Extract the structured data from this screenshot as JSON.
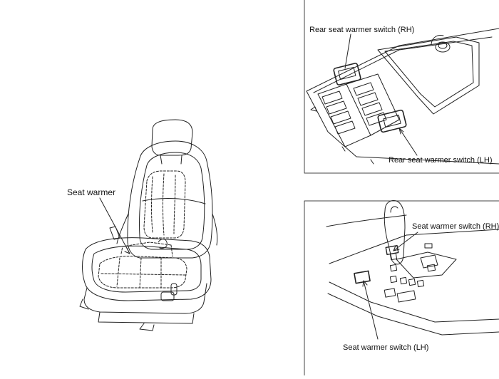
{
  "labels": {
    "seat_warmer": "Seat warmer",
    "rear_switch_rh": "Rear seat warmer switch (RH)",
    "rear_switch_lh": "Rear seat warmer switch (LH)",
    "front_switch_rh": "Seat warmer switch (RH)",
    "front_switch_lh": "Seat warmer switch (LH)"
  },
  "colors": {
    "line": "#222222",
    "frame": "#444444",
    "background": "#ffffff"
  }
}
